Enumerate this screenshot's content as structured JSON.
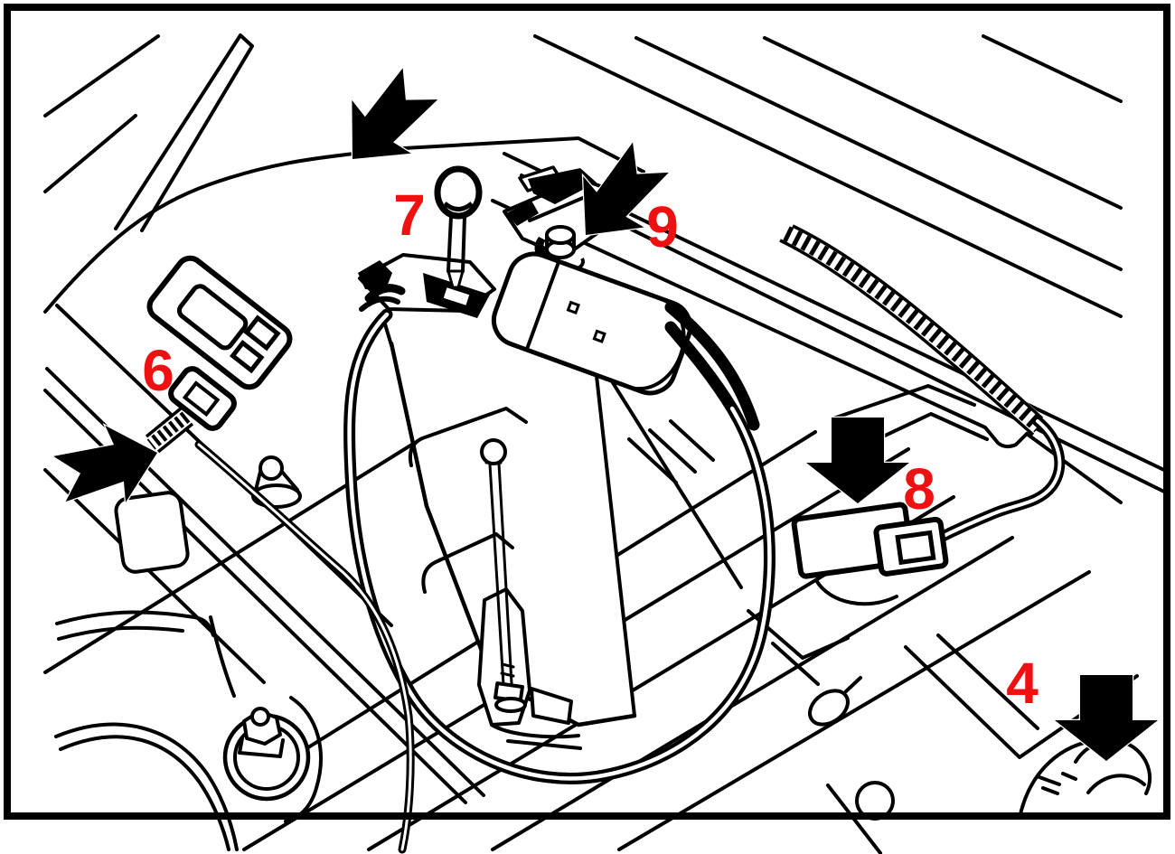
{
  "figure": {
    "kind": "service-manual-line-illustration",
    "subject": "luggage compartment / trunk lid lock actuator, release cable and connectors",
    "background_color": "#ffffff",
    "line_color": "#000000",
    "label_color": "#ee1111",
    "arrow_color": "#000000",
    "callouts": [
      {
        "number": "4",
        "arrow_direction": "down"
      },
      {
        "number": "6",
        "arrow_direction": "right"
      },
      {
        "number": "7",
        "arrow_direction": "down-left"
      },
      {
        "number": "8",
        "arrow_direction": "down"
      },
      {
        "number": "9",
        "arrow-direction": "down-left"
      }
    ]
  }
}
